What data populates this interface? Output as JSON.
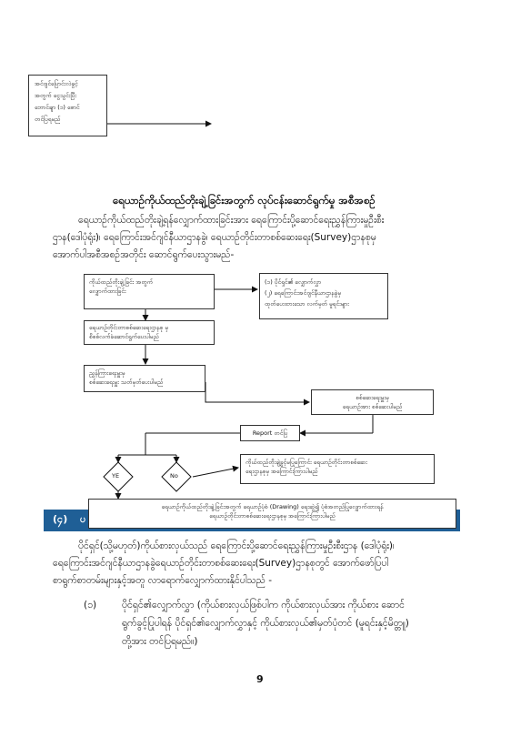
{
  "top_note": {
    "lines": [
      "အင်ဂျင်ပြောင်းလဲခွင့်",
      "အတွက် ငွေသွင်းပြီး",
      "ဘောင်ချာ (၁) စောင်",
      "တင်ပြရမည်"
    ]
  },
  "section": {
    "heading": "ရေယာဉ်ကိုယ်ထည်တိုးချဲ့ခြင်းအတွက် လုပ်ငန်းဆောင်ရွက်မှု အစီအစဉ်",
    "intro_lines": [
      "ရေယာဉ်ကိုယ်ထည်တိုးချဲ့ရန်လျှောက်ထားခြင်းအား  ရေကြောင်းပို့ဆောင်ရေးညွှန်ကြားမှုဦးစီး",
      "ဌာန(ဒေါပုံရုံး)၊   ရေကြောင်းအင်ဂျင်နီယာဌာနခွဲ၊   ရေယာဉ်တိုင်းတာစစ်ဆေးရေး(Survey)ဌာနစုမှ",
      "အောက်ပါအစီအစဉ်အတိုင်း ဆောင်ရွက်ပေးသွားမည်-"
    ]
  },
  "flow": {
    "apply": [
      "ကိုယ်ထည်တိုးချဲ့ခြင်း အတွက်",
      "လျှောက်ထားခြင်း"
    ],
    "attach": [
      "(၁)   ပိုင်ရှင်၏ လျှောက်လွှာ",
      "(၂)   ရေကြောင်းအင်ဂျင်နီယာဌာနခွဲမှ",
      "        ထုတ်ပေးထားသော လက်မှတ် မူရင်းများ"
    ],
    "survey_dept": [
      "ရေယာဉ်တိုင်းတာစစ်ဆေးရေးဌာနစု မှ",
      "စိစစ်လက်ခံဆောင်ရွက်ပေးပါမည်"
    ],
    "surveyor_assign": [
      "ညွှန်ကြားရေးမှူးမှ",
      "စစ်ဆေးရေးမှူး သတ်မှတ်ပေးပါမည်"
    ],
    "inspect": [
      "စစ်ဆေးရေးမှူးမှ",
      "ရေယာဉ်အား စစ်ဆေးပါမည်"
    ],
    "report": "Report တင်ပြ",
    "yes_label": "YE",
    "no_label": "No",
    "no_result": [
      "ကိုယ်ထည်တိုးချဲ့ခွင့်မပြုကြောင်း       ရေယာဉ်တိုင်းတာစစ်ဆေး",
      "ရေးဌာနစုမှ အကြောင်းကြားပါမည်"
    ],
    "yes_result": [
      "ရေယာဉ်ကိုယ်ထည်တိုးချဲ့ခြင်းအတွက် ရေယာဉ်ပုံစံ (Drawing) ရေးဆွဲ၍ ပုံစံအတည်ပြုလျှောက်ထားရန်",
      "ရေယာဉ်တိုင်းတာစစ်ဆေးရေးဌာနစုမှ အကြောင်းကြားပါမည်"
    ]
  },
  "banner": {
    "number": "(၄)",
    "text": "ပ"
  },
  "body": {
    "lines": [
      "ပိုင်ရှင်(သို့မဟုတ်)ကိုယ်စားလှယ်သည် ရေကြောင်းပို့ဆောင်ရေးညွှန်ကြားမှုဦးစီးဌာန (ဒေါပုံရုံး)၊",
      "ရေကြောင်းအင်ဂျင်နီယာဌာနခွဲရေယာဉ်တိုင်းတာစစ်ဆေးရေး(Survey)ဌာနစုတွင်    အောက်ဖော်ပြပါ",
      "စာရွက်စာတမ်းများနှင့်အတူ လာရောက်လျှောက်ထားနိုင်ပါသည် -"
    ],
    "item1_num": "(၁)",
    "item1_lines": [
      "ပိုင်ရှင်၏လျှောက်လွှာ (ကိုယ်စားလှယ်ဖြစ်ပါက ကိုယ်စားလှယ်အား ကိုယ်စား ဆောင်",
      "ရွက်ခွင့်ပြုပါရန် ပိုင်ရှင်၏လျှောက်လွှာနှင့် ကိုယ်စားလှယ်၏မှတ်ပုံတင် (မူရင်းနှင့်မိတ္တူ)",
      "တို့အား တင်ပြရမည်။)"
    ]
  },
  "page_number": "9"
}
